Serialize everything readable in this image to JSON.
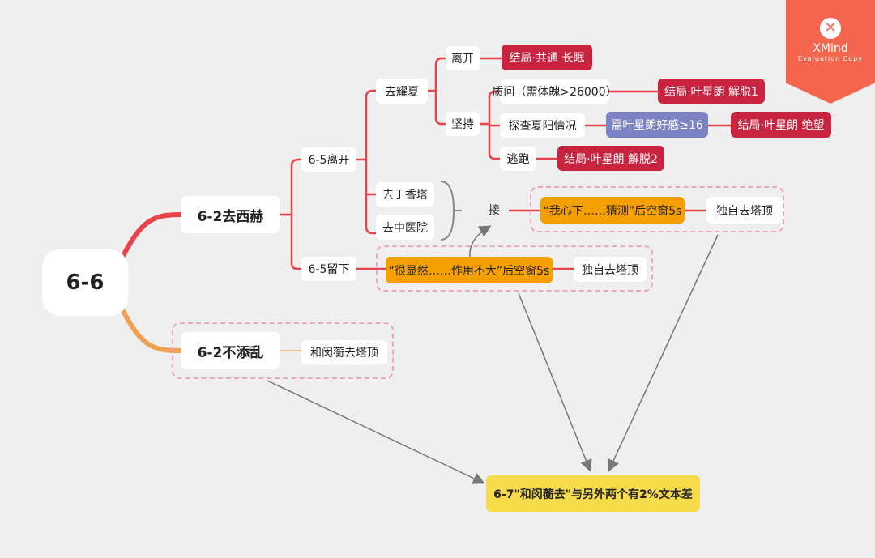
{
  "root": "6-6",
  "branches": {
    "west": "6-2去西赫",
    "nomess": "6-2不添乱",
    "nomess_child": "和闵蘅去塔顶"
  },
  "leave": "6-5离开",
  "stay": "6-5留下",
  "yaoxia": "去耀夏",
  "lk": "离开",
  "jc": "坚持",
  "end_common": "结局·共通 长眠",
  "question": "质问（需体魄>26000）",
  "end1": "结局·叶星朗 解脱1",
  "probe": "探查夏阳情况",
  "favor": "需叶星朗好感≥16",
  "end_despair": "结局·叶星朗 绝望",
  "escape": "逃跑",
  "end2": "结局·叶星朗 解脱2",
  "dingxiang": "去丁香塔",
  "zhongyi": "去中医院",
  "jie": "接",
  "quote1": "“我心下……猜测”后空窗5s",
  "tower1": "独自去塔顶",
  "quote2": "“很显然……作用不大”后空窗5s",
  "tower2": "独自去塔顶",
  "summary": "6-7\"和闵蘅去\"与另外两个有2%文本差",
  "badge": {
    "title": "XMind",
    "sub": "Evaluation Copy"
  },
  "colors": {
    "red": "#c8233f",
    "line": "#e8434a",
    "purple": "#7b83c4",
    "orange": "#f5a000",
    "yellow": "#f6dc4a"
  }
}
